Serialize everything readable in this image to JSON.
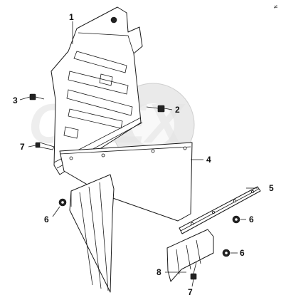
{
  "watermark": {
    "text": "OPEX"
  },
  "callouts": [
    {
      "id": "c1",
      "label": "1"
    },
    {
      "id": "c2",
      "label": "2"
    },
    {
      "id": "c3",
      "label": "3"
    },
    {
      "id": "c4",
      "label": "4"
    },
    {
      "id": "c5",
      "label": "5"
    },
    {
      "id": "c6a",
      "label": "6"
    },
    {
      "id": "c6b",
      "label": "6"
    },
    {
      "id": "c6c",
      "label": "6"
    },
    {
      "id": "c7a",
      "label": "7"
    },
    {
      "id": "c7b",
      "label": "7"
    },
    {
      "id": "c8",
      "label": "8"
    }
  ],
  "corner_mark": "≠"
}
